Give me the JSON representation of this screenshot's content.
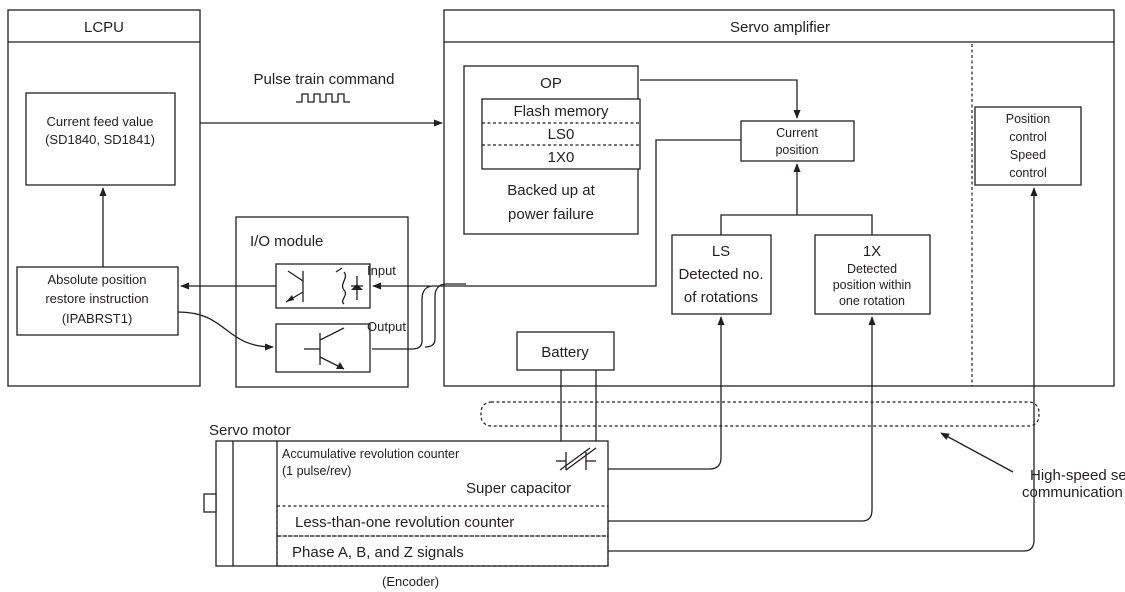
{
  "lcpu": {
    "title": "LCPU",
    "current_feed": [
      "Current feed value",
      "(SD1840, SD1841)"
    ],
    "abs_restore": [
      "Absolute position",
      "restore instruction",
      "(IPABRST1)"
    ]
  },
  "pulse_train": {
    "label": "Pulse train command"
  },
  "io_module": {
    "title": "I/O module",
    "input_label": "Input",
    "output_label": "Output"
  },
  "servo_amplifier": {
    "title": "Servo amplifier",
    "op": {
      "label": "OP",
      "rows": [
        "Flash memory",
        "LS0",
        "1X0"
      ],
      "note": [
        "Backed up at",
        "power failure"
      ]
    },
    "current_position": [
      "Current",
      "position"
    ],
    "ls": [
      "LS",
      "Detected no.",
      "of rotations"
    ],
    "onex": [
      "1X",
      "Detected",
      "position within",
      "one rotation"
    ],
    "control": [
      "Position",
      "control",
      "Speed",
      "control"
    ]
  },
  "battery": {
    "label": "Battery"
  },
  "servo_motor": {
    "title": "Servo motor",
    "accum_counter": [
      "Accumulative revolution counter",
      "(1 pulse/rev)"
    ],
    "super_capacitor": "Super capacitor",
    "less_than_one": "Less-than-one revolution counter",
    "phase_signals": "Phase A, B, and Z signals",
    "encoder": "(Encoder)"
  },
  "serial": {
    "label": [
      "High-speed serial",
      "communication"
    ]
  },
  "colors": {
    "line": "#231f20",
    "background": "#ffffff"
  }
}
